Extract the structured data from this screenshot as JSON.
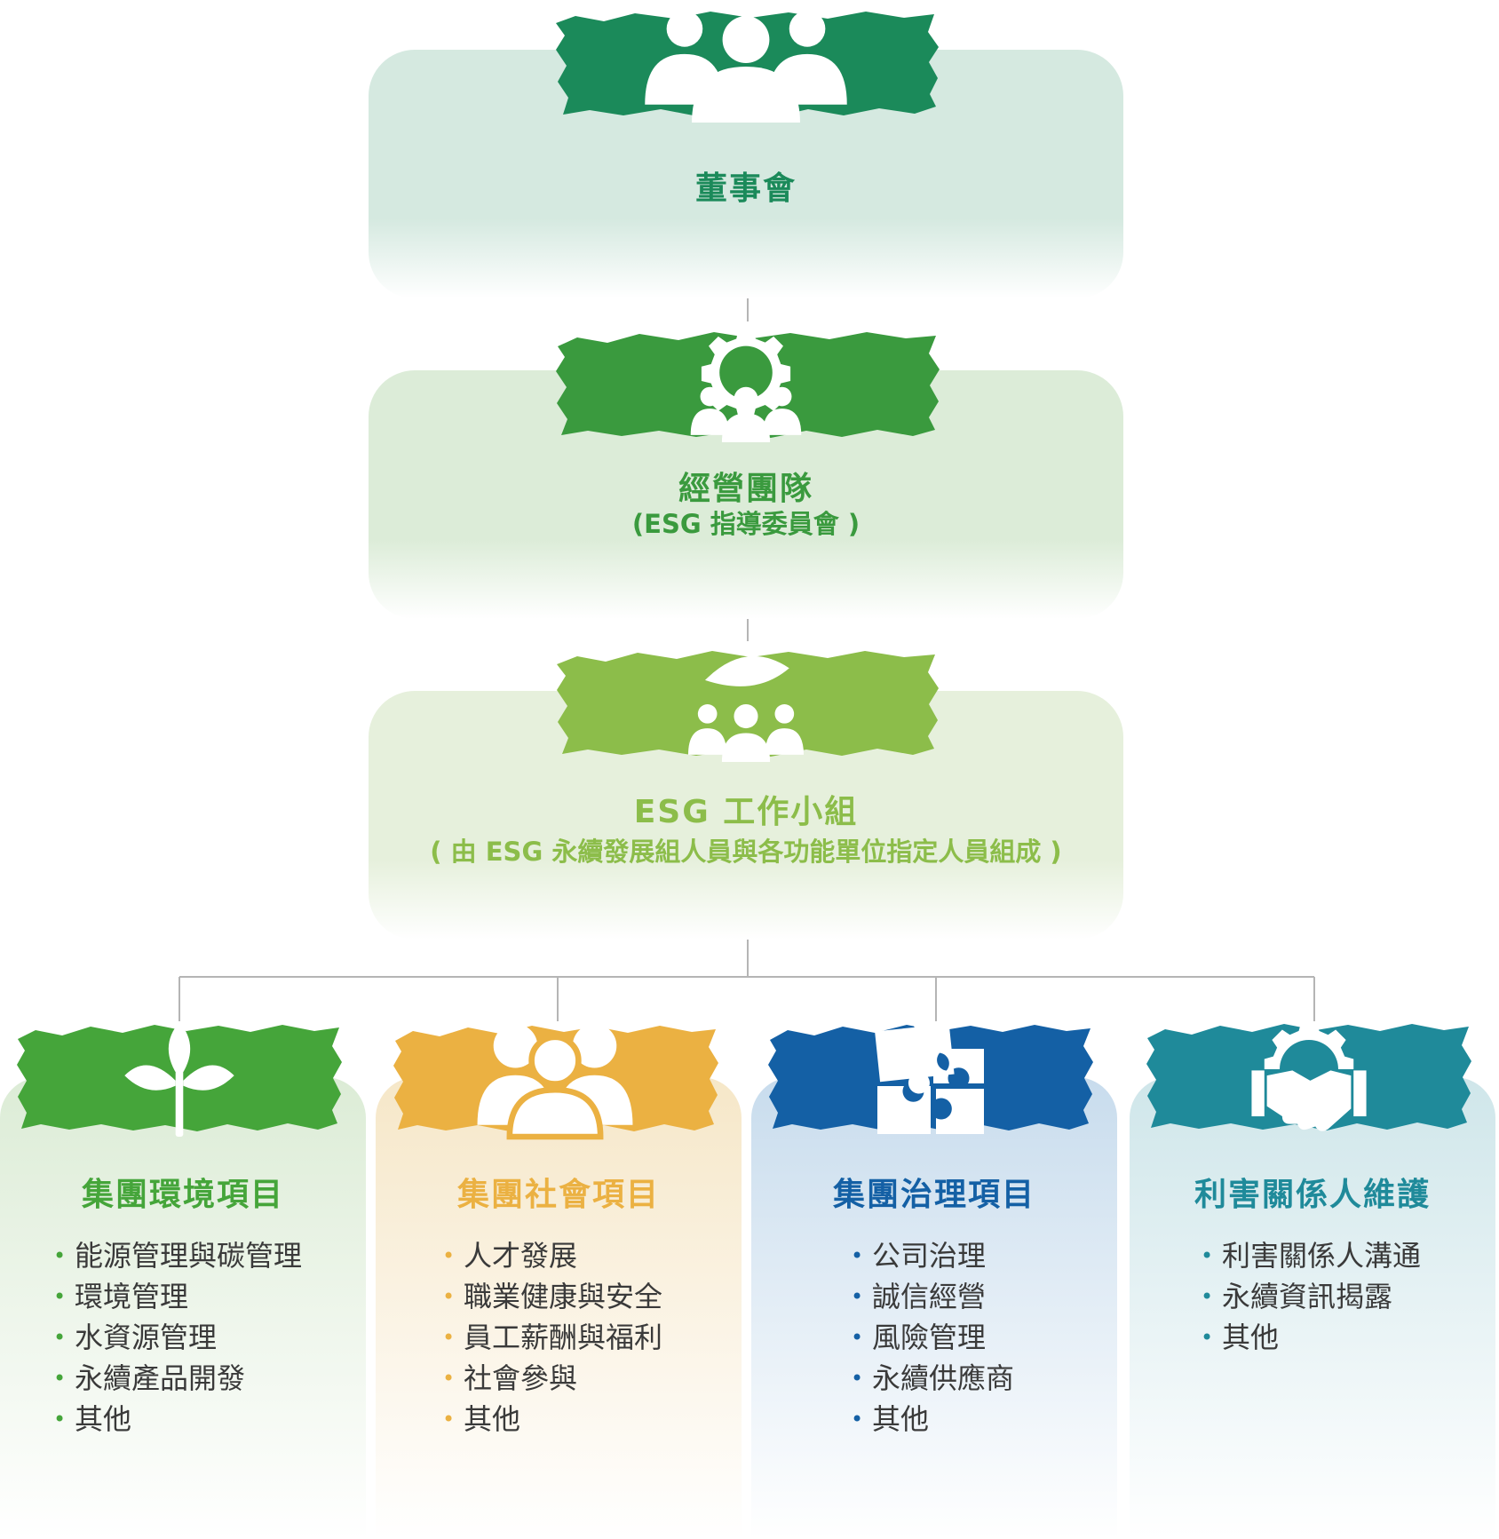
{
  "nodes": {
    "board": {
      "title": "董事會",
      "color": "#1b8a5a"
    },
    "management": {
      "title": "經營團隊",
      "subtitle": "(ESG 指導委員會 )",
      "color": "#3a9a3e"
    },
    "esg_group": {
      "title": "ESG 工作小組",
      "subtitle": "( 由 ESG 永續發展組人員與各功能單位指定人員組成 )",
      "color": "#8cbd4a"
    }
  },
  "columns": [
    {
      "title": "集團環境項目",
      "color": "#45a53a",
      "icon": "sprout-icon",
      "items": [
        "能源管理與碳管理",
        "環境管理",
        "水資源管理",
        "永續產品開發",
        "其他"
      ]
    },
    {
      "title": "集團社會項目",
      "color": "#ebb142",
      "icon": "people-group-icon",
      "items": [
        "人才發展",
        "職業健康與安全",
        "員工薪酬與福利",
        "社會參與",
        "其他"
      ]
    },
    {
      "title": "集團治理項目",
      "color": "#1460a5",
      "icon": "puzzle-icon",
      "items": [
        "公司治理",
        "誠信經營",
        "風險管理",
        "永續供應商",
        "其他"
      ]
    },
    {
      "title": "利害關係人維護",
      "color": "#1f8a9a",
      "icon": "handshake-gear-icon",
      "items": [
        "利害關係人溝通",
        "永續資訊揭露",
        "其他"
      ]
    }
  ]
}
